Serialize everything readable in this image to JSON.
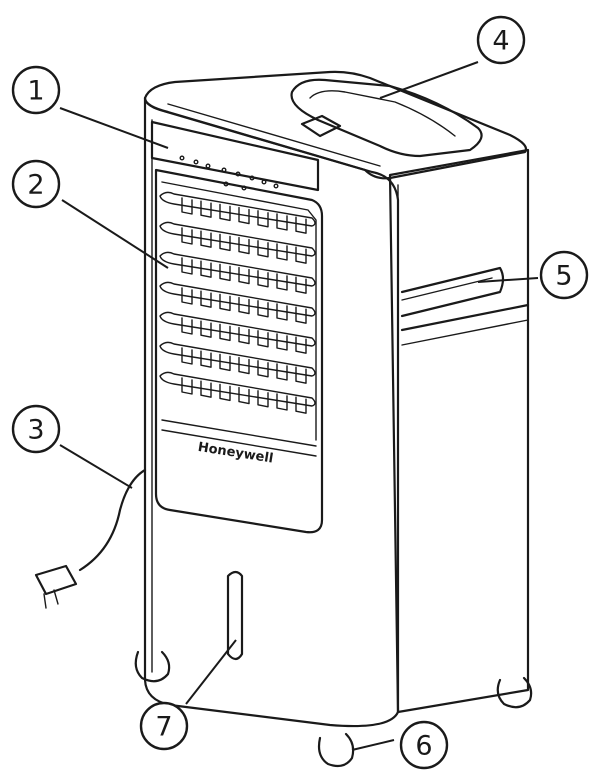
{
  "brand": "Honeywell",
  "callouts": [
    {
      "label": "1"
    },
    {
      "label": "2"
    },
    {
      "label": "3"
    },
    {
      "label": "4"
    },
    {
      "label": "5"
    },
    {
      "label": "6"
    },
    {
      "label": "7"
    }
  ]
}
